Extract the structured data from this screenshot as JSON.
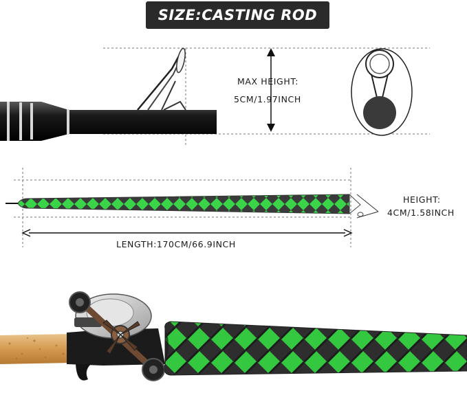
{
  "title": "SIZE:CASTING ROD",
  "max_height": {
    "label": "MAX HEIGHT:",
    "value": "5CM/1.97INCH"
  },
  "height": {
    "label": "HEIGHT:",
    "value": "4CM/1.58INCH"
  },
  "length": {
    "label": "LENGTH:170CM/66.9INCH"
  },
  "colors": {
    "badge_bg": "#2a2a2a",
    "sleeve_green": "#3ddc4a",
    "sleeve_dark": "#2b2b2b",
    "cork": "#d9a35b",
    "rod_black": "#111111"
  }
}
